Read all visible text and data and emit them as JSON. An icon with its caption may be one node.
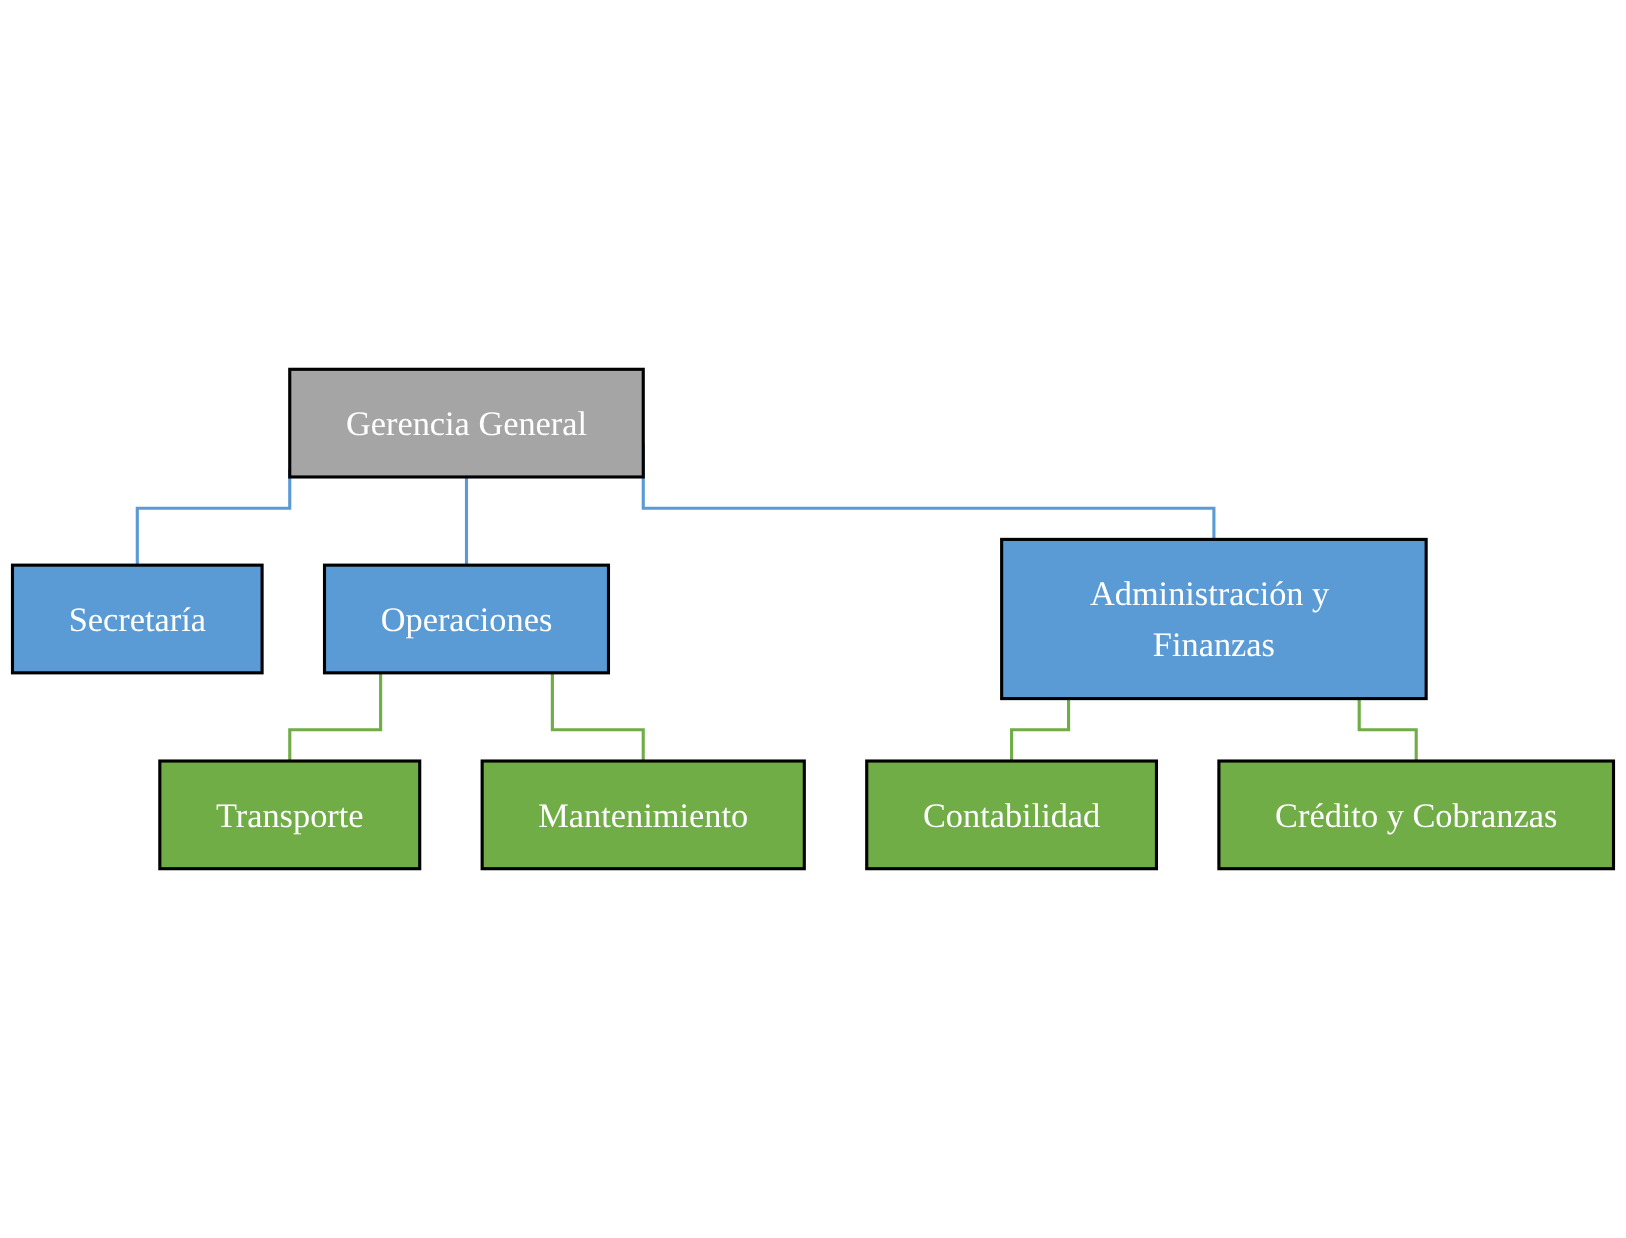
{
  "diagram": {
    "nodes": [
      {
        "text": [
          "Gerencia General"
        ]
      },
      {
        "text": [
          "Secretaría"
        ]
      },
      {
        "text": [
          "Operaciones"
        ]
      },
      {
        "text": [
          "Administración y Finanzas"
        ]
      },
      {
        "text": [
          "Transporte"
        ]
      },
      {
        "text": [
          "Mantenimiento"
        ]
      },
      {
        "text": [
          "Contabilidad"
        ]
      },
      {
        "text": [
          "Crédito y Cobranzas"
        ]
      }
    ],
    "edges": [
      {
        "from": 0,
        "to": 1,
        "arrow": "none",
        "color": "#5b9bd5"
      },
      {
        "from": 0,
        "to": 2,
        "arrow": "none",
        "color": "#5b9bd5"
      },
      {
        "from": 0,
        "to": 3,
        "arrow": "none",
        "color": "#5b9bd5"
      },
      {
        "from": 2,
        "to": 4,
        "arrow": "none",
        "color": "#70ad47"
      },
      {
        "from": 2,
        "to": 5,
        "arrow": "none",
        "color": "#70ad47"
      },
      {
        "from": 3,
        "to": 6,
        "arrow": "none",
        "color": "#70ad47"
      },
      {
        "from": 3,
        "to": 7,
        "arrow": "none",
        "color": "#70ad47"
      }
    ]
  }
}
